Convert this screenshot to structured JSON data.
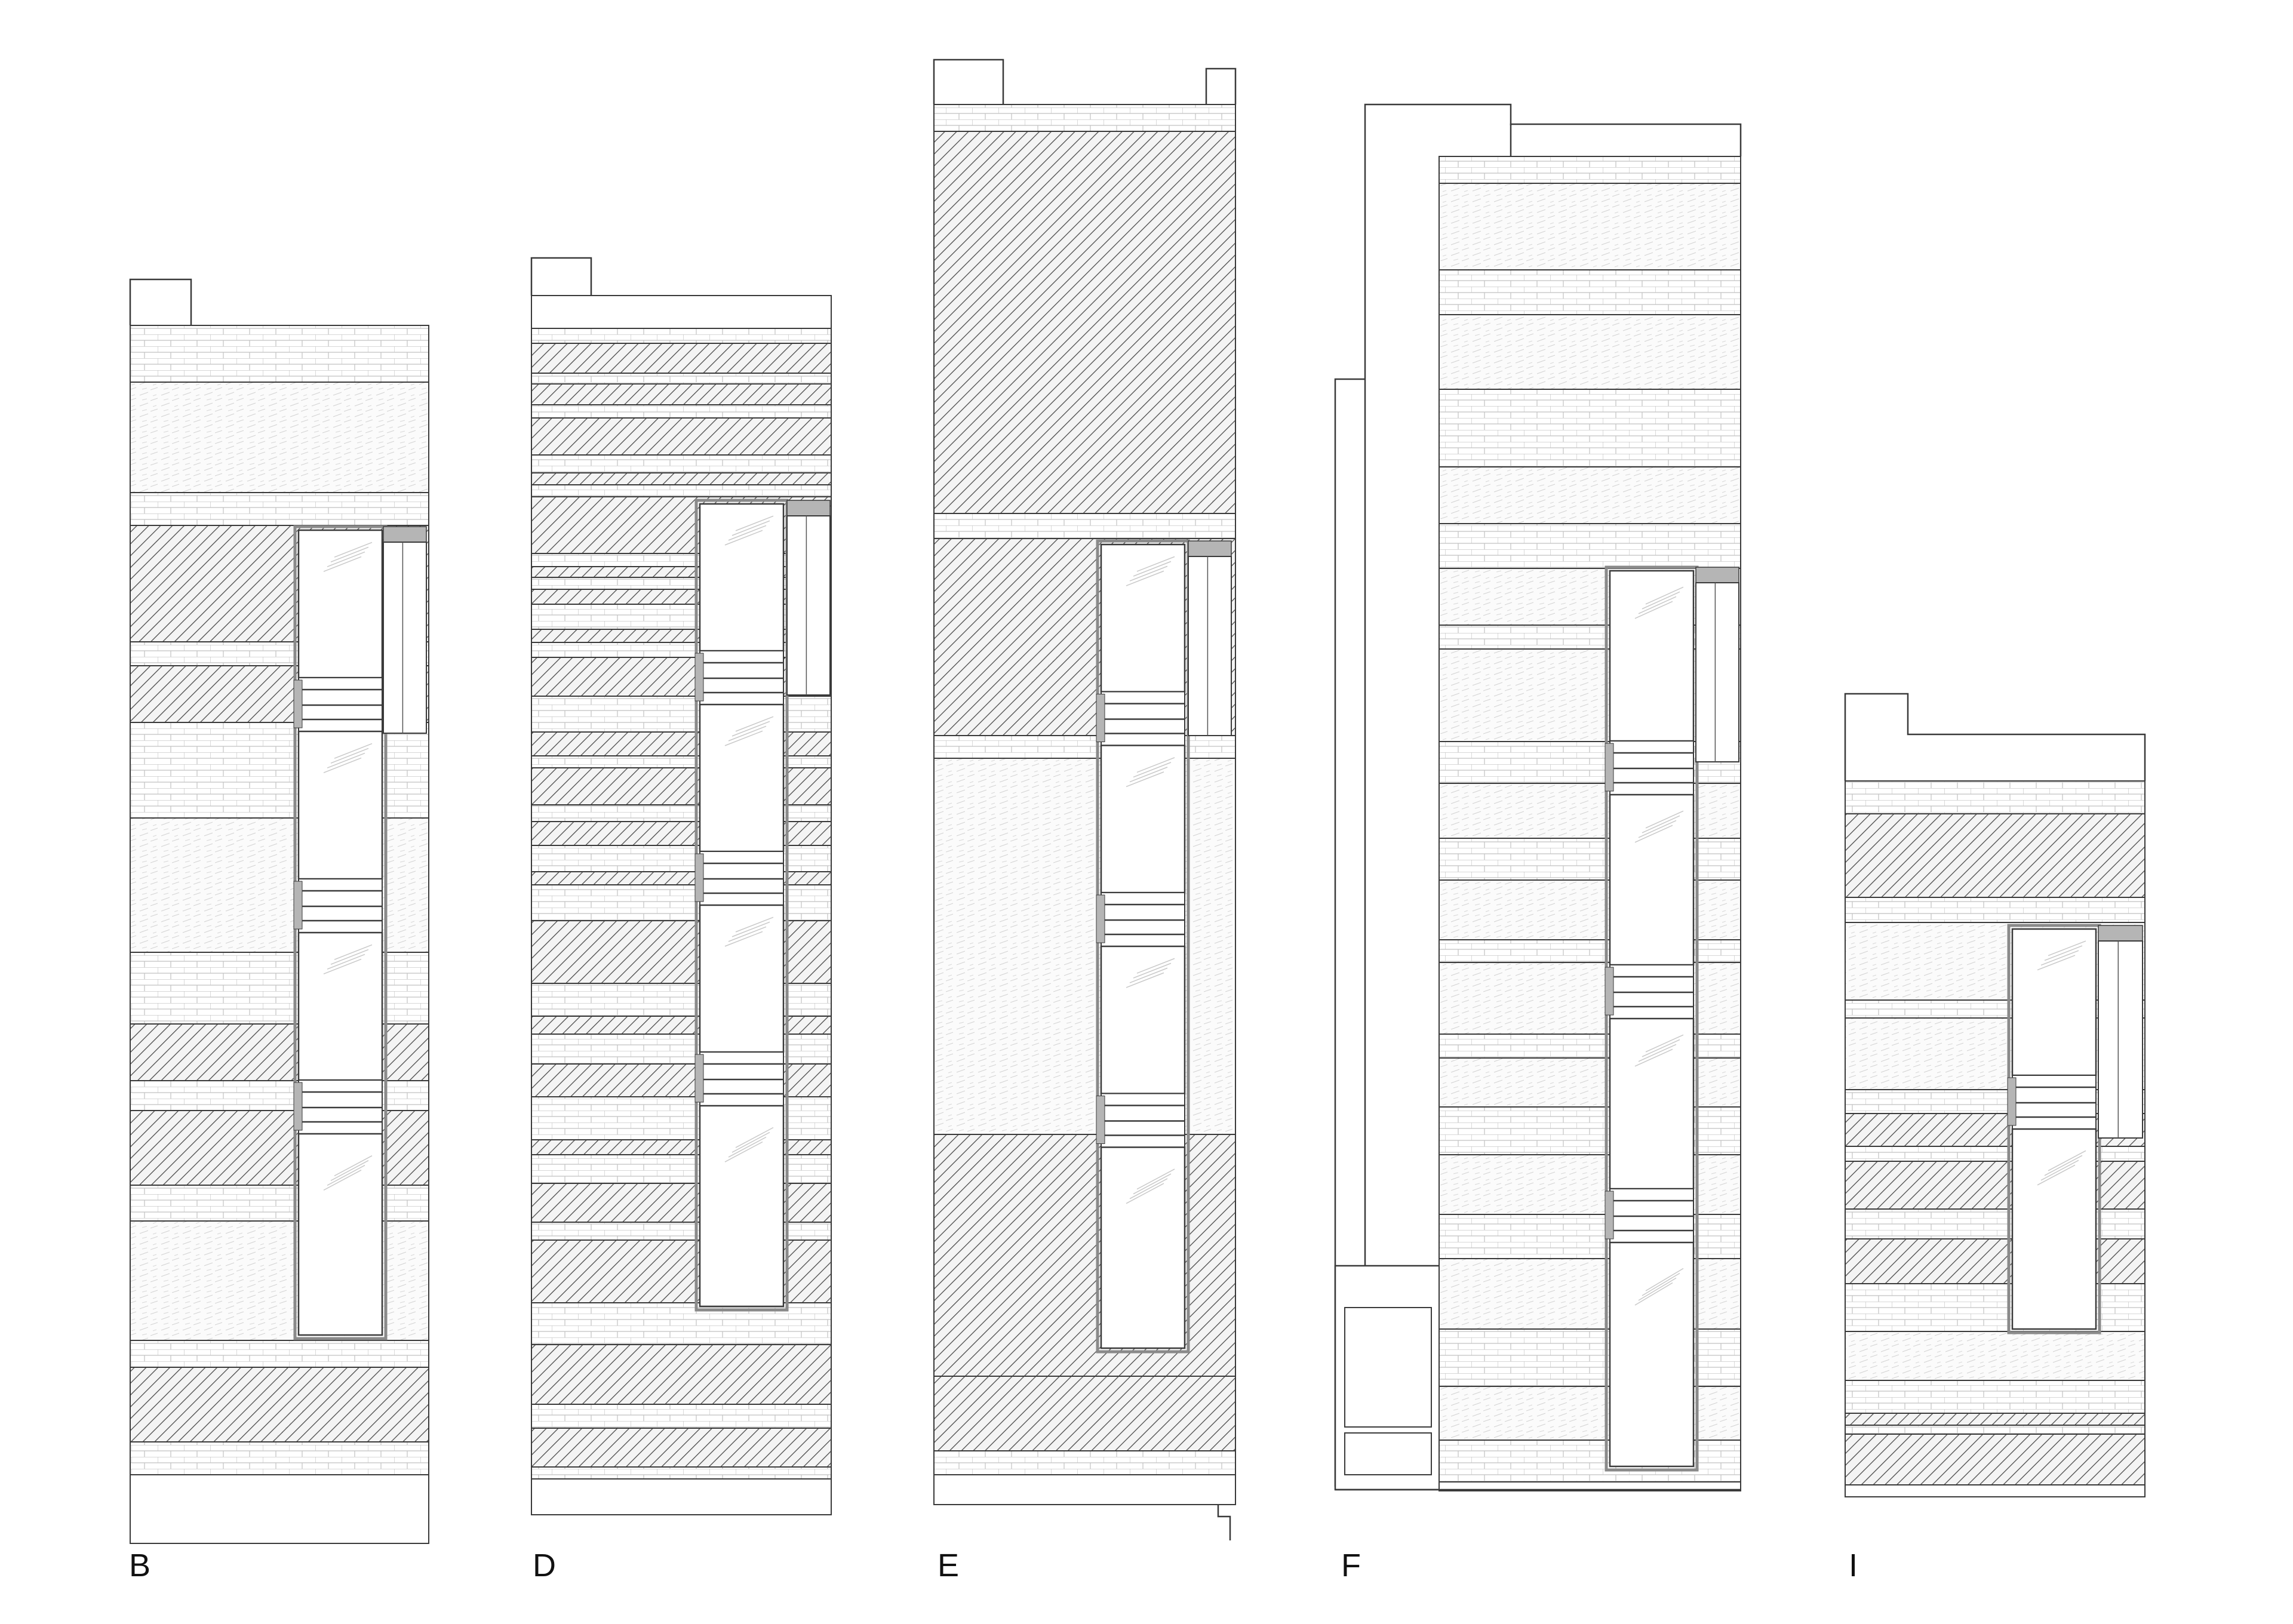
{
  "drawing": {
    "type": "facade-elevations",
    "colors": {
      "line": "#3a3a3a",
      "hatch": "#4a4a4a",
      "brick": "#bdbdbd",
      "stone": "#d6d6d6",
      "glazing_frame": "#8a8a8a",
      "panel_grey": "#b5b5b5"
    },
    "elevations": [
      {
        "id": "B",
        "label": "B"
      },
      {
        "id": "D",
        "label": "D"
      },
      {
        "id": "E",
        "label": "E"
      },
      {
        "id": "F",
        "label": "F"
      },
      {
        "id": "I",
        "label": "I"
      }
    ]
  }
}
